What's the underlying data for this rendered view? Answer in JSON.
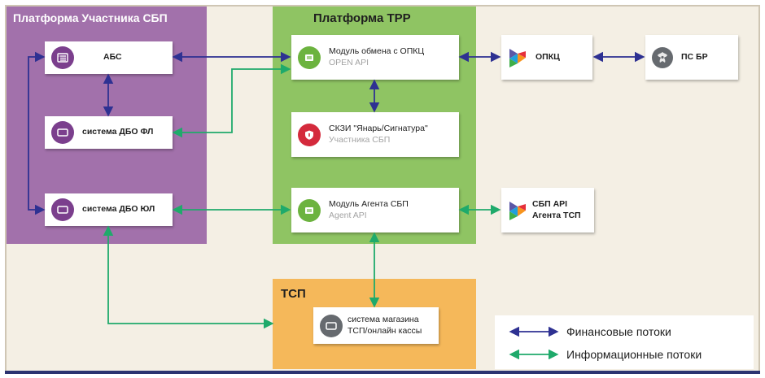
{
  "regions": {
    "sbp_participant": "Платформа Участника СБП",
    "trr": "Платформа ТРР",
    "tsp": "ТСП"
  },
  "nodes": {
    "abs": {
      "label": "АБС",
      "icon": "list-icon"
    },
    "dbo_fl": {
      "label": "система ДБО ФЛ",
      "icon": "monitor-icon"
    },
    "dbo_ul": {
      "label": "система ДБО ЮЛ",
      "icon": "monitor-icon"
    },
    "opkc_module": {
      "label": "Модуль обмена с ОПКЦ",
      "sublabel": "OPEN API",
      "icon": "api-module-icon"
    },
    "skzi": {
      "label": "СКЗИ \"Янарь/Сигнатура\"",
      "sublabel": "Участника СБП",
      "icon": "shield-icon"
    },
    "agent_module": {
      "label": "Модуль Агента СБП",
      "sublabel": "Agent API",
      "icon": "api-module-icon"
    },
    "opkc": {
      "label": "ОПКЦ",
      "icon": "sbp-logo-icon"
    },
    "ps_br": {
      "label": "ПС БР",
      "icon": "bank-of-russia-emblem-icon"
    },
    "sbp_api": {
      "label_line1": "СБП API",
      "label_line2": "Агента ТСП",
      "icon": "sbp-logo-icon"
    },
    "store": {
      "label_line1": "система магазина",
      "label_line2": "ТСП/онлайн кассы",
      "icon": "monitor-icon"
    }
  },
  "legend": {
    "financial": "Финансовые потоки",
    "informational": "Информационные потоки"
  },
  "colors": {
    "financial": "#2e3192",
    "informational": "#1faa6b",
    "sbp_region": "#a271ab",
    "trr_region": "#8fc463",
    "tsp_region": "#f5b85a"
  },
  "links": [
    {
      "from": "АБС",
      "to": "Модуль обмена с ОПКЦ",
      "flow": "financial"
    },
    {
      "from": "АБС",
      "to": "система ДБО ФЛ",
      "flow": "financial"
    },
    {
      "from": "АБС",
      "to": "система ДБО ЮЛ",
      "flow": "financial"
    },
    {
      "from": "Модуль обмена с ОПКЦ",
      "to": "ОПКЦ",
      "flow": "financial"
    },
    {
      "from": "ОПКЦ",
      "to": "ПС БР",
      "flow": "financial"
    },
    {
      "from": "Модуль обмена с ОПКЦ",
      "to": "СКЗИ \"Янарь/Сигнатура\"",
      "flow": "financial"
    },
    {
      "from": "система ДБО ФЛ",
      "to": "Модуль обмена с ОПКЦ",
      "flow": "informational"
    },
    {
      "from": "система ДБО ЮЛ",
      "to": "Модуль Агента СБП",
      "flow": "informational"
    },
    {
      "from": "Модуль Агента СБП",
      "to": "СБП API Агента ТСП",
      "flow": "informational"
    },
    {
      "from": "Модуль Агента СБП",
      "to": "система магазина ТСП/онлайн кассы",
      "flow": "informational"
    },
    {
      "from": "система ДБО ЮЛ",
      "to": "система магазина ТСП/онлайн кассы",
      "flow": "informational"
    }
  ]
}
